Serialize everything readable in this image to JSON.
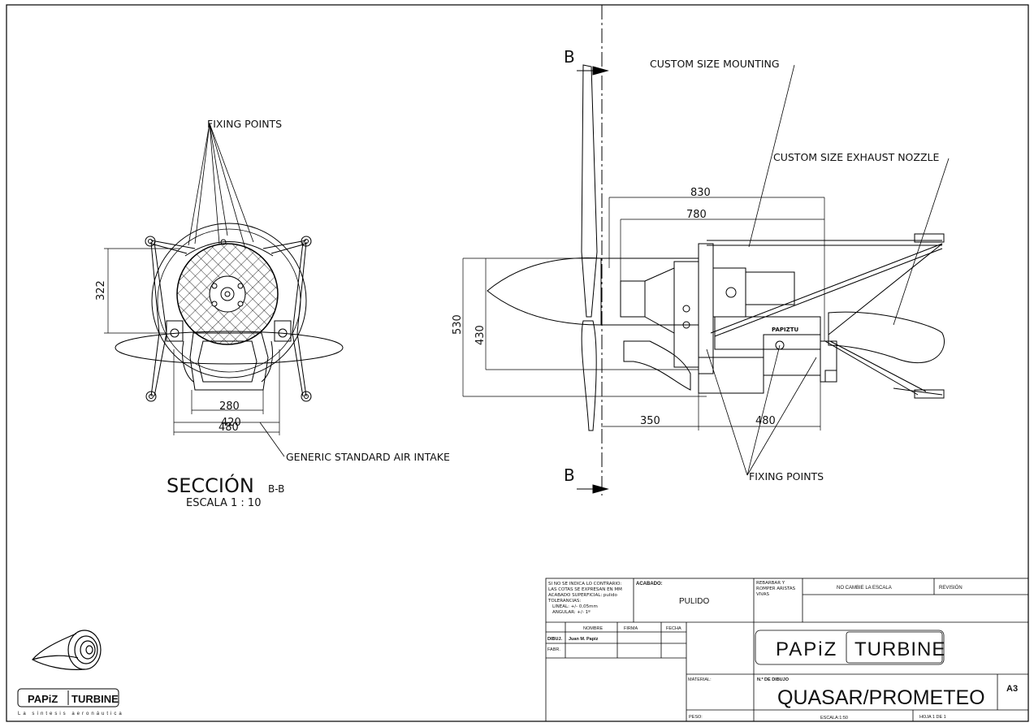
{
  "labels": {
    "fixing_points_left": "FIXING POINTS",
    "fixing_points_right": "FIXING POINTS",
    "custom_mounting": "CUSTOM SIZE MOUNTING",
    "custom_exhaust": "CUSTOM SIZE EXHAUST NOZZLE",
    "air_intake": "GENERIC STANDARD AIR INTAKE",
    "section_marker_top": "B",
    "section_marker_bottom": "B"
  },
  "section_view": {
    "title": "SECCIÓN",
    "title_suffix": "B-B",
    "scale": "ESCALA 1 : 10"
  },
  "dimensions": {
    "d322": "322",
    "d280": "280",
    "d420": "420",
    "d480_left": "480",
    "d830": "830",
    "d780": "780",
    "d530": "530",
    "d430": "430",
    "d350": "350",
    "d480_right": "480"
  },
  "engine_badge": "PAPIZTU",
  "title_block": {
    "notes": [
      "SI NO SE INDICA LO CONTRARIO:",
      "LAS COTAS SE EXPRESAN EN MM",
      "ACABADO SUPERFICIAL: pulido",
      "TOLERANCIAS:",
      "LINEAL: +/- 0,05mm",
      "ANGULAR: +/- 1º"
    ],
    "acabado_label": "ACABADO:",
    "acabado_value": "PULIDO",
    "rebarbar": [
      "REBARBAR Y",
      "ROMPER ARISTAS",
      "VIVAS"
    ],
    "no_cambie": "NO CAMBIE LA ESCALA",
    "revision": "REVISIÓN",
    "col_nombre": "NOMBRE",
    "col_firma": "FIRMA",
    "col_fecha": "FECHA",
    "row_dibuj": "DIBUJ.",
    "row_fabr": "FABR.",
    "author": "Juan M. Papiz",
    "material": "MATERIAL:",
    "drawing_no_label": "N.º DE DIBUJO",
    "drawing_name": "QUASAR/PROMETEO",
    "sheet_size": "A3",
    "peso": "PESO:",
    "escala": "ESCALA:1:50",
    "hoja": "HOJA 1 DE 1"
  },
  "brand": {
    "logo_left": "PAPiZ",
    "logo_right": "TURBINE",
    "tagline": "La síntesis aeronáutica"
  }
}
